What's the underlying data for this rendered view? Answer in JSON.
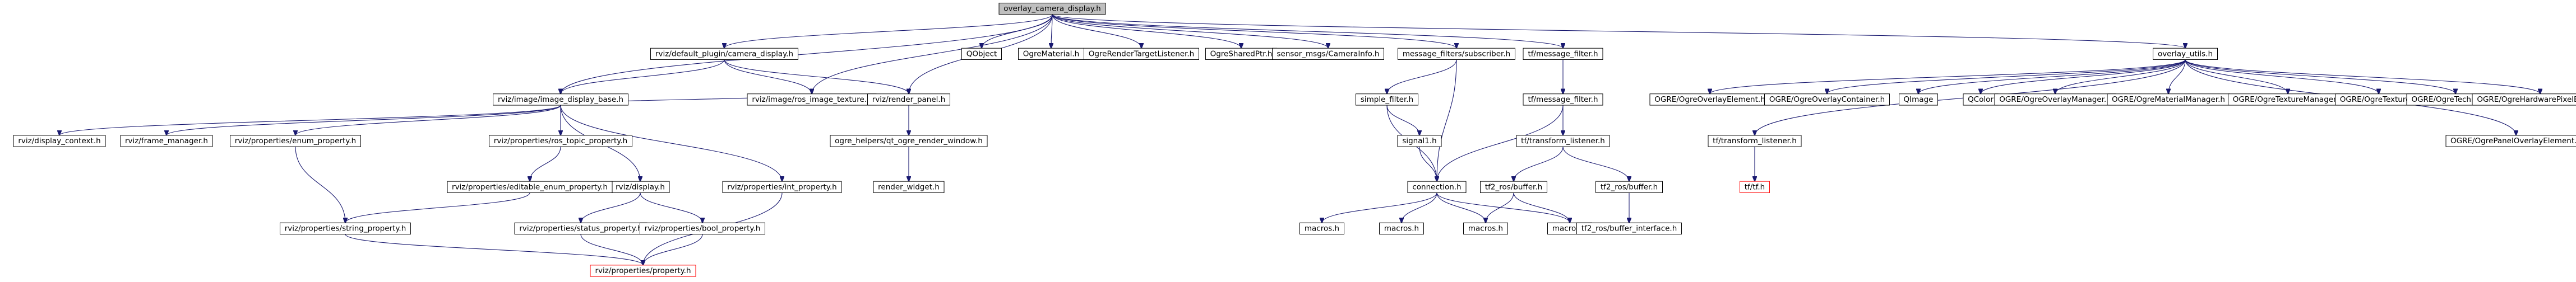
{
  "graph": {
    "style": {
      "node_fill": "#ffffff",
      "node_border": "#000000",
      "root_fill": "#bfbfbf",
      "missing_border": "#ff0000",
      "missing_text": "#ff0000",
      "edge_color": "#191970"
    },
    "nodes": [
      {
        "id": "root",
        "label": "overlay_camera_display.h",
        "kind": "root"
      },
      {
        "id": "default_plugin_camera_display",
        "label": "rviz/default_plugin/camera_display.h"
      },
      {
        "id": "image_display_base",
        "label": "rviz/image/image_display_base.h"
      },
      {
        "id": "ros_image_texture",
        "label": "rviz/image/ros_image_texture.h"
      },
      {
        "id": "render_panel",
        "label": "rviz/render_panel.h"
      },
      {
        "id": "qobject",
        "label": "QObject"
      },
      {
        "id": "ogrematerial",
        "label": "OgreMaterial.h"
      },
      {
        "id": "ogrerendertargetlistener",
        "label": "OgreRenderTargetListener.h"
      },
      {
        "id": "ogresharedptr",
        "label": "OgreSharedPtr.h"
      },
      {
        "id": "camerainfo",
        "label": "sensor_msgs/CameraInfo.h"
      },
      {
        "id": "message_filters_subscriber",
        "label": "message_filters/subscriber.h"
      },
      {
        "id": "tf_message_filter_top",
        "label": "tf/message_filter.h"
      },
      {
        "id": "overlay_utils",
        "label": "overlay_utils.h"
      },
      {
        "id": "display_context",
        "label": "rviz/display_context.h"
      },
      {
        "id": "frame_manager",
        "label": "rviz/frame_manager.h"
      },
      {
        "id": "enum_property",
        "label": "rviz/properties/enum_property.h"
      },
      {
        "id": "ros_topic_property",
        "label": "rviz/properties/ros_topic_property.h"
      },
      {
        "id": "display",
        "label": "rviz/display.h"
      },
      {
        "id": "int_property",
        "label": "rviz/properties/int_property.h"
      },
      {
        "id": "editable_enum_property",
        "label": "rviz/properties/editable_enum_property.h"
      },
      {
        "id": "string_property",
        "label": "rviz/properties/string_property.h"
      },
      {
        "id": "status_property",
        "label": "rviz/properties/status_property.h"
      },
      {
        "id": "bool_property",
        "label": "rviz/properties/bool_property.h"
      },
      {
        "id": "property",
        "label": "rviz/properties/property.h",
        "kind": "missing"
      },
      {
        "id": "qt_ogre_render_window",
        "label": "ogre_helpers/qt_ogre_render_window.h"
      },
      {
        "id": "render_widget",
        "label": "render_widget.h"
      },
      {
        "id": "simple_filter",
        "label": "simple_filter.h"
      },
      {
        "id": "signal1",
        "label": "signal1.h"
      },
      {
        "id": "connection",
        "label": "connection.h"
      },
      {
        "id": "macros_a",
        "label": "macros.h"
      },
      {
        "id": "macros_b",
        "label": "macros.h"
      },
      {
        "id": "macros_c",
        "label": "macros.h"
      },
      {
        "id": "macros_d",
        "label": "macros.h"
      },
      {
        "id": "tf_message_filter_mid",
        "label": "tf/message_filter.h"
      },
      {
        "id": "tf_transform_listener_a",
        "label": "tf/transform_listener.h"
      },
      {
        "id": "tf2_ros_buffer_a",
        "label": "tf2_ros/buffer.h"
      },
      {
        "id": "tf2_ros_buffer_b",
        "label": "tf2_ros/buffer.h"
      },
      {
        "id": "tf2_buffer_interface",
        "label": "tf2_ros/buffer_interface.h"
      },
      {
        "id": "tf_transform_listener_b",
        "label": "tf/transform_listener.h"
      },
      {
        "id": "tf_tf",
        "label": "tf/tf.h",
        "kind": "missing"
      },
      {
        "id": "ogre_overlay_element",
        "label": "OGRE/OgreOverlayElement.h"
      },
      {
        "id": "ogre_overlay_container",
        "label": "OGRE/OgreOverlayContainer.h"
      },
      {
        "id": "qimage",
        "label": "QImage"
      },
      {
        "id": "qcolor",
        "label": "QColor"
      },
      {
        "id": "ogre_overlay_manager",
        "label": "OGRE/OgreOverlayManager.h"
      },
      {
        "id": "ogre_material_manager",
        "label": "OGRE/OgreMaterialManager.h"
      },
      {
        "id": "ogre_texture_manager",
        "label": "OGRE/OgreTextureManager.h"
      },
      {
        "id": "ogre_texture",
        "label": "OGRE/OgreTexture.h"
      },
      {
        "id": "ogre_technique",
        "label": "OGRE/OgreTechnique.h"
      },
      {
        "id": "ogre_hw_pixel_buffer",
        "label": "OGRE/OgreHardwarePixelBuffer.h"
      },
      {
        "id": "ogre_panel_overlay_element",
        "label": "OGRE/OgrePanelOverlayElement.h"
      }
    ],
    "edges": [
      [
        "root",
        "default_plugin_camera_display"
      ],
      [
        "root",
        "image_display_base"
      ],
      [
        "root",
        "ros_image_texture"
      ],
      [
        "root",
        "render_panel"
      ],
      [
        "root",
        "qobject"
      ],
      [
        "root",
        "ogrematerial"
      ],
      [
        "root",
        "ogrerendertargetlistener"
      ],
      [
        "root",
        "ogresharedptr"
      ],
      [
        "root",
        "camerainfo"
      ],
      [
        "root",
        "message_filters_subscriber"
      ],
      [
        "root",
        "tf_message_filter_top"
      ],
      [
        "root",
        "overlay_utils"
      ],
      [
        "default_plugin_camera_display",
        "image_display_base"
      ],
      [
        "default_plugin_camera_display",
        "ros_image_texture"
      ],
      [
        "default_plugin_camera_display",
        "render_panel"
      ],
      [
        "image_display_base",
        "display_context"
      ],
      [
        "image_display_base",
        "frame_manager"
      ],
      [
        "image_display_base",
        "enum_property"
      ],
      [
        "image_display_base",
        "ros_topic_property"
      ],
      [
        "image_display_base",
        "display"
      ],
      [
        "image_display_base",
        "int_property"
      ],
      [
        "image_display_base",
        "ros_image_texture"
      ],
      [
        "enum_property",
        "string_property"
      ],
      [
        "ros_topic_property",
        "editable_enum_property"
      ],
      [
        "editable_enum_property",
        "string_property"
      ],
      [
        "display",
        "status_property"
      ],
      [
        "display",
        "bool_property"
      ],
      [
        "string_property",
        "property"
      ],
      [
        "status_property",
        "property"
      ],
      [
        "bool_property",
        "property"
      ],
      [
        "int_property",
        "property"
      ],
      [
        "render_panel",
        "qt_ogre_render_window"
      ],
      [
        "qt_ogre_render_window",
        "render_widget"
      ],
      [
        "message_filters_subscriber",
        "simple_filter"
      ],
      [
        "message_filters_subscriber",
        "connection"
      ],
      [
        "simple_filter",
        "signal1"
      ],
      [
        "simple_filter",
        "connection"
      ],
      [
        "signal1",
        "connection"
      ],
      [
        "connection",
        "macros_a"
      ],
      [
        "connection",
        "macros_b"
      ],
      [
        "connection",
        "macros_c"
      ],
      [
        "connection",
        "macros_d"
      ],
      [
        "tf_message_filter_top",
        "tf_message_filter_mid"
      ],
      [
        "tf_message_filter_mid",
        "tf_transform_listener_a"
      ],
      [
        "tf_message_filter_mid",
        "connection"
      ],
      [
        "tf_transform_listener_a",
        "tf2_ros_buffer_a"
      ],
      [
        "tf_transform_listener_a",
        "tf2_ros_buffer_b"
      ],
      [
        "tf2_ros_buffer_a",
        "macros_c"
      ],
      [
        "tf2_ros_buffer_a",
        "macros_d"
      ],
      [
        "tf2_ros_buffer_b",
        "tf2_buffer_interface"
      ],
      [
        "overlay_utils",
        "ogre_overlay_element"
      ],
      [
        "overlay_utils",
        "ogre_overlay_container"
      ],
      [
        "overlay_utils",
        "qimage"
      ],
      [
        "overlay_utils",
        "qcolor"
      ],
      [
        "overlay_utils",
        "ogre_overlay_manager"
      ],
      [
        "overlay_utils",
        "ogre_material_manager"
      ],
      [
        "overlay_utils",
        "ogre_texture_manager"
      ],
      [
        "overlay_utils",
        "ogre_texture"
      ],
      [
        "overlay_utils",
        "ogre_technique"
      ],
      [
        "overlay_utils",
        "ogre_hw_pixel_buffer"
      ],
      [
        "overlay_utils",
        "ogre_panel_overlay_element"
      ],
      [
        "overlay_utils",
        "tf_transform_listener_b"
      ],
      [
        "tf_transform_listener_b",
        "tf_tf"
      ]
    ]
  }
}
